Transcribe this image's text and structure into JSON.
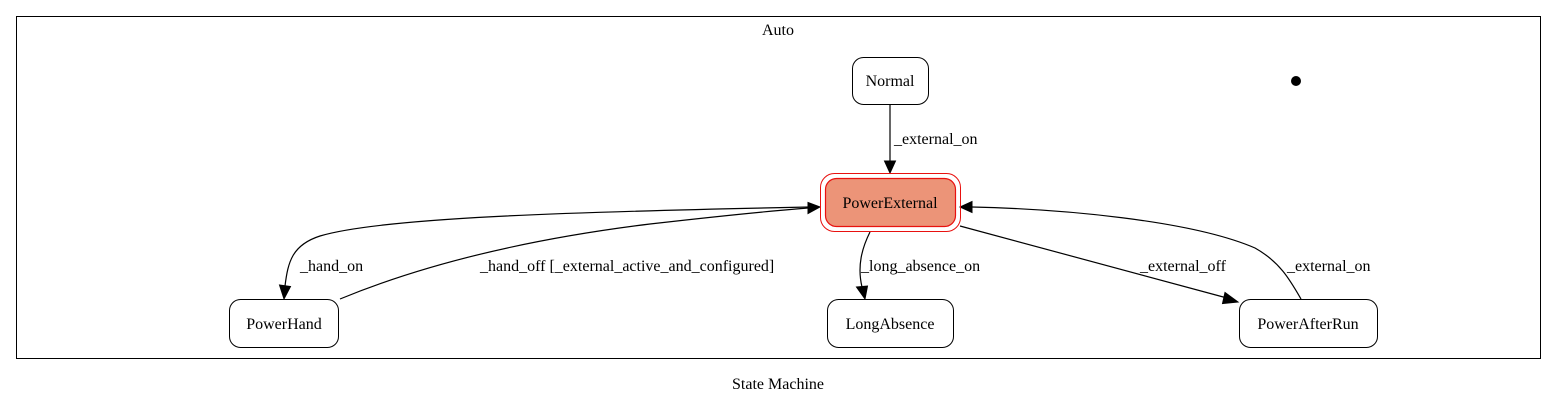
{
  "diagram": {
    "caption": "State Machine",
    "cluster_label": "Auto",
    "colors": {
      "active_fill": "#EC9478",
      "active_stroke": "#E8110F",
      "line": "#000000",
      "background": "#FFFFFF"
    },
    "initial_marker": "initial-state-dot",
    "states": [
      {
        "id": "normal",
        "label": "Normal",
        "active": false
      },
      {
        "id": "power_external",
        "label": "PowerExternal",
        "active": true
      },
      {
        "id": "power_hand",
        "label": "PowerHand",
        "active": false
      },
      {
        "id": "long_absence",
        "label": "LongAbsence",
        "active": false
      },
      {
        "id": "power_after_run",
        "label": "PowerAfterRun",
        "active": false
      }
    ],
    "transitions": [
      {
        "from": "normal",
        "to": "power_external",
        "label": "_external_on"
      },
      {
        "from": "power_external",
        "to": "power_hand",
        "label": "_hand_on"
      },
      {
        "from": "power_hand",
        "to": "power_external",
        "label": "_hand_off [_external_active_and_configured]"
      },
      {
        "from": "power_external",
        "to": "long_absence",
        "label": "_long_absence_on"
      },
      {
        "from": "power_external",
        "to": "power_after_run",
        "label": "_external_off"
      },
      {
        "from": "power_after_run",
        "to": "power_external",
        "label": "_external_on"
      }
    ]
  }
}
